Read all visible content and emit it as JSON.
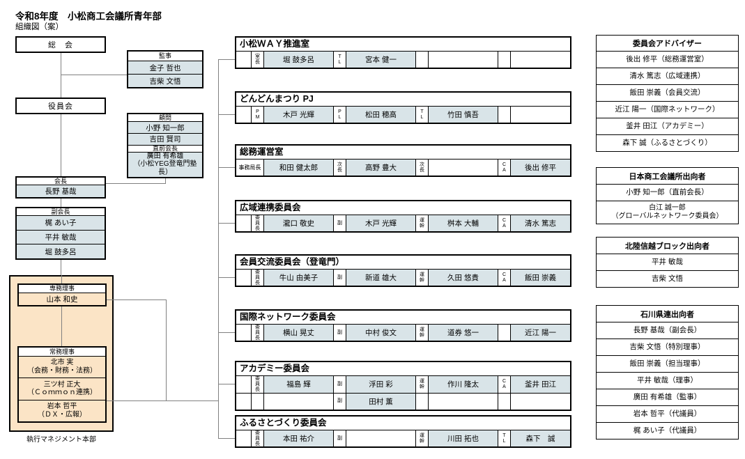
{
  "page_title": "令和8年度　小松商工会議所青年部",
  "page_subtitle": "組織図（案）",
  "colors": {
    "member_fill": "#d9e4e8",
    "exec_fill": "#fbe4c6",
    "connector": "#808080",
    "border": "#000000"
  },
  "org": {
    "sokai": "総　会",
    "yakuinkai": "役員会",
    "kanji_header": "監事",
    "kanji_m1": "金子 哲也",
    "kanji_m2": "吉柴 文悟",
    "komon_header": "顧問",
    "komon_m1": "小野 知一郎",
    "komon_m2": "吉田 賢司",
    "chokuzen_header": "直前会長",
    "chokuzen_m1": "廣田 有希雄",
    "chokuzen_m1b": "（小松YEG登竜門塾長）",
    "kaicho_header": "会長",
    "kaicho_m1": "長野 基哉",
    "fuku_header": "副会長",
    "fuku_m1": "梶 あい子",
    "fuku_m2": "平井 敏哉",
    "fuku_m3": "堀 鼓多呂",
    "senmu_header": "専務理事",
    "senmu_m1": "山本 和史",
    "jomu_header": "常務理事",
    "jomu_m1a": "北市 実",
    "jomu_m1b": "（会務・財務・法務）",
    "jomu_m2a": "三ツ村 正大",
    "jomu_m2b": "（Ｃｏｍｍｏｎ連携）",
    "jomu_m3a": "岩本 哲平",
    "jomu_m3b": "（ＤＸ・広報）",
    "exec_caption": "執行マネジメント本部"
  },
  "committees": [
    {
      "title": "小松ＷＡＹ推進室",
      "r1": "室\n長",
      "n1": "堀 鼓多呂",
      "r2": "T\nL",
      "n2": "宮本 健一",
      "r3": "",
      "n3": "",
      "r4": "",
      "n4": ""
    },
    {
      "title": "どんどんまつり PJ",
      "r1": "P\nM",
      "n1": "木戸 光輝",
      "r2": "P\nL",
      "n2": "松田 穂高",
      "r3": "T\nL",
      "n3": "竹田 慎吾",
      "r4": "",
      "n4": ""
    },
    {
      "title": "総務運営室",
      "lead": "事務局長",
      "n1": "和田 健太郎",
      "r2": "次\n長",
      "n2": "高野 豊大",
      "r3": "次\n長",
      "n3": "",
      "r4": "C\nA",
      "n4": "後出 修平"
    },
    {
      "title": "広域連携委員会",
      "r1": "委\n員\n長",
      "n1": "瀧口 敬史",
      "r2": "副",
      "n2": "木戸 光輝",
      "r3": "運\n幹",
      "n3": "桝本 大輔",
      "r4": "C\nA",
      "n4": "清水 篤志"
    },
    {
      "title": "会員交流委員会（登竜門）",
      "r1": "委\n員\n長",
      "n1": "牛山 由美子",
      "r2": "副",
      "n2": "新道 雄大",
      "r3": "運\n幹",
      "n3": "久田 悠貴",
      "r4": "C\nA",
      "n4": "飯田 崇義"
    },
    {
      "title": "国際ネットワーク委員会",
      "r1": "委\n員\n長",
      "n1": "横山 晃丈",
      "r2": "副",
      "n2": "中村 俊文",
      "r3": "運\n幹",
      "n3": "道券 悠一",
      "r4": "",
      "n4": "近江 陽一"
    },
    {
      "title": "アカデミー委員会",
      "r1": "委\n員\n長",
      "n1": "福島 輝",
      "r2": "副",
      "n2": "浮田 彩",
      "r3": "運\n幹",
      "n3": "作川 隆太",
      "r4": "C\nA",
      "n4": "釜井 田江",
      "row2": {
        "r1": "",
        "n1": "",
        "r2": "副",
        "n2": "田村 薫",
        "r3": "",
        "n3": "",
        "r4": "",
        "n4": ""
      }
    },
    {
      "title": "ふるさとづくり委員会",
      "r1": "委\n員\n長",
      "n1": "本田 祐介",
      "r2": "副",
      "n2": "",
      "r3": "運\n幹",
      "n3": "川田 拓也",
      "r4": "T\nL",
      "n4": "森下　誠"
    }
  ],
  "side": [
    {
      "header": "委員会アドバイザー",
      "members": [
        "後出 修平（総務運営室）",
        "清水 篤志（広域連携）",
        "飯田 崇義（会員交流）",
        "近江 陽一（国際ネットワーク）",
        "釜井 田江（アカデミー）",
        "森下 誠（ふるさとづくり）"
      ]
    },
    {
      "header": "日本商工会議所出向者",
      "members": [
        "小野 知一郎（直前会長）",
        "白江 誠一郎\n（グローバルネットワーク委員会）"
      ]
    },
    {
      "header": "北陸信越ブロック出向者",
      "members": [
        "平井 敏哉",
        "吉柴 文悟"
      ]
    },
    {
      "header": "石川県連出向者",
      "members": [
        "長野 基哉（副会長）",
        "吉柴 文悟（特別理事）",
        "飯田 崇義（担当理事）",
        "平井 敏哉（理事）",
        "廣田 有希雄（監事）",
        "岩本 哲平（代議員）",
        "梶 あい子（代議員）"
      ]
    }
  ]
}
